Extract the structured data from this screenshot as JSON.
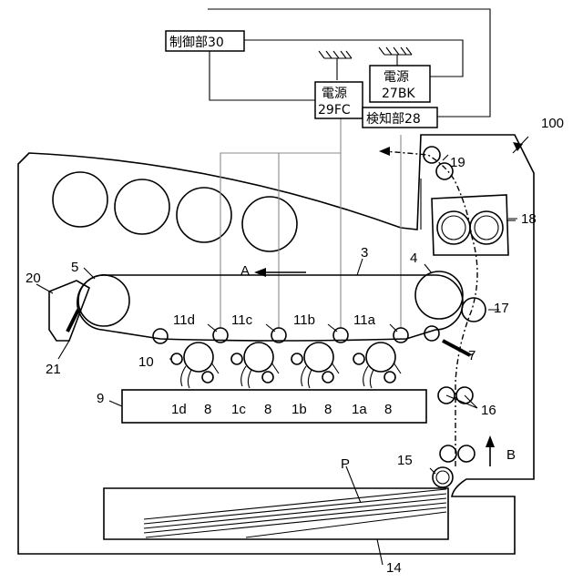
{
  "control_boxes": {
    "controller": "制御部30",
    "power_bk_1": "電源",
    "power_bk_2": "27BK",
    "power_fc_1": "電源",
    "power_fc_2": "29FC",
    "detector": "検知部28"
  },
  "labels": {
    "n100": "100",
    "n19": "19",
    "n18": "18",
    "n17": "17",
    "n16": "16",
    "n15": "15",
    "n14": "14",
    "n20": "20",
    "n21": "21",
    "n5": "5",
    "n4": "4",
    "n3": "3",
    "n7": "7",
    "n9": "9",
    "n10": "10",
    "n11d": "11d",
    "n11c": "11c",
    "n11b": "11b",
    "n11a": "11a",
    "n1d": "1d",
    "n1c": "1c",
    "n1b": "1b",
    "n1a": "1a",
    "n8a": "8",
    "n8b": "8",
    "n8c": "8",
    "n8d": "8",
    "P": "P",
    "A": "A",
    "B": "B"
  }
}
